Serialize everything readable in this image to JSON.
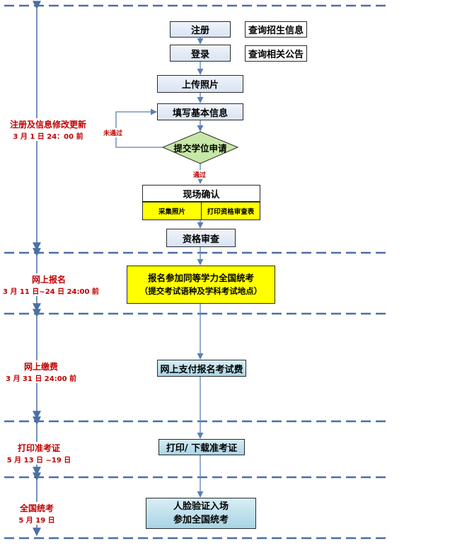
{
  "steps": {
    "register": "注册",
    "query_admission": "查询招生信息",
    "login": "登录",
    "query_notice": "查询相关公告",
    "upload_photo": "上传照片",
    "fill_info": "填写基本信息",
    "submit_degree": "提交学位申请",
    "onsite_confirm": "现场确认",
    "photo_capture": "采集照片",
    "print_review_form": "打印资格审查表",
    "qualification_review": "资格审查",
    "apply_exam_line1": "报名参加同等学力全国统考",
    "apply_exam_line2": "（提交考试语种及学科考试地点）",
    "pay_fee": "网上支付报名考试费",
    "print_ticket": "打印/ 下载准考证",
    "face_verify_line1": "人脸验证入场",
    "face_verify_line2": "参加全国统考"
  },
  "flow_labels": {
    "not_passed": "未通过",
    "passed": "通过"
  },
  "phases": [
    {
      "title": "注册及信息修改更新",
      "date": "3 月 1 日 24：00 前"
    },
    {
      "title": "网上报名",
      "date": "3 月 11 日~24 日 24:00 前"
    },
    {
      "title": "网上缴费",
      "date": "3 月 31 日 24:00 前"
    },
    {
      "title": "打印准考证",
      "date": "5 月 13 日 ~19 日"
    },
    {
      "title": "全国统考",
      "date": "5 月 19 日"
    }
  ],
  "colors": {
    "separator": "#4a6fa5",
    "arrow": "#5b7fb5",
    "phase_text": "#c00000",
    "yellow_box": "#ffff00",
    "diamond": "#c6e7a6",
    "teal_box": "#a9d4e4"
  }
}
